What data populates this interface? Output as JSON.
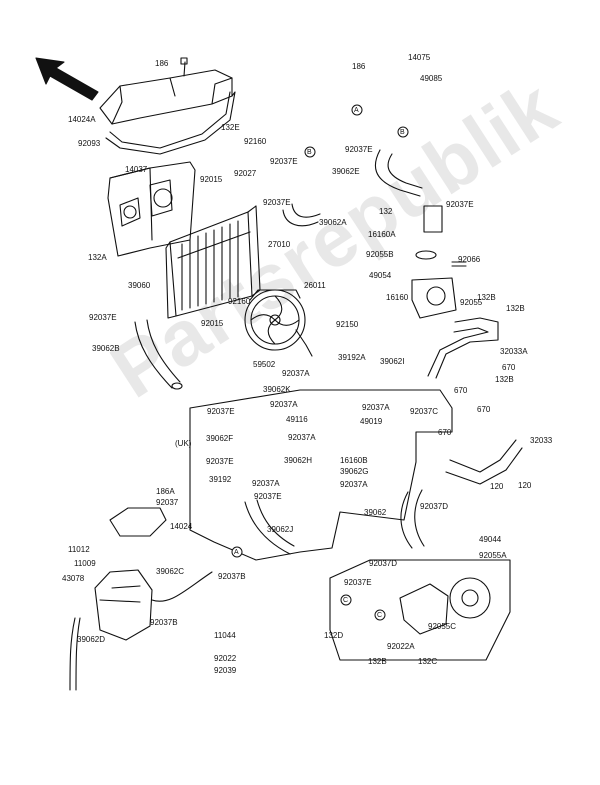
{
  "diagram": {
    "watermark": "Partsrepublik",
    "colors": {
      "line": "#111111",
      "background": "#ffffff",
      "watermark": "#e8e8e8"
    },
    "parts": [
      {
        "id": "p186a",
        "text": "186"
      },
      {
        "id": "p14024a",
        "text": "14024A"
      },
      {
        "id": "p92093",
        "text": "92093"
      },
      {
        "id": "p132e",
        "text": "132E"
      },
      {
        "id": "p92160a",
        "text": "92160"
      },
      {
        "id": "p92037e_top",
        "text": "92037E"
      },
      {
        "id": "p92027",
        "text": "92027"
      },
      {
        "id": "p14037",
        "text": "14037"
      },
      {
        "id": "p92015a",
        "text": "92015"
      },
      {
        "id": "p92037e_mid",
        "text": "92037E"
      },
      {
        "id": "p39062a",
        "text": "39062A"
      },
      {
        "id": "p27010",
        "text": "27010"
      },
      {
        "id": "p132a",
        "text": "132A"
      },
      {
        "id": "p39060",
        "text": "39060"
      },
      {
        "id": "p26011",
        "text": "26011"
      },
      {
        "id": "p92160b",
        "text": "92160"
      },
      {
        "id": "p92037e_left",
        "text": "92037E"
      },
      {
        "id": "p92015b",
        "text": "92015"
      },
      {
        "id": "p92150",
        "text": "92150"
      },
      {
        "id": "p39062b",
        "text": "39062B"
      },
      {
        "id": "p59502",
        "text": "59502"
      },
      {
        "id": "p186b",
        "text": "186"
      },
      {
        "id": "p14075",
        "text": "14075"
      },
      {
        "id": "p49085",
        "text": "49085"
      },
      {
        "id": "p92037e_r1",
        "text": "92037E"
      },
      {
        "id": "p39062e",
        "text": "39062E"
      },
      {
        "id": "p92037e_r2",
        "text": "92037E"
      },
      {
        "id": "p132r",
        "text": "132"
      },
      {
        "id": "p16160a",
        "text": "16160A"
      },
      {
        "id": "p92055b",
        "text": "92055B"
      },
      {
        "id": "p92066",
        "text": "92066"
      },
      {
        "id": "p49054",
        "text": "49054"
      },
      {
        "id": "p16160",
        "text": "16160"
      },
      {
        "id": "p92055",
        "text": "92055"
      },
      {
        "id": "p132b_a",
        "text": "132B"
      },
      {
        "id": "p132b_b",
        "text": "132B"
      },
      {
        "id": "p32033a",
        "text": "32033A"
      },
      {
        "id": "p670a",
        "text": "670"
      },
      {
        "id": "p132b_c",
        "text": "132B"
      },
      {
        "id": "p670b",
        "text": "670"
      },
      {
        "id": "p670c",
        "text": "670"
      },
      {
        "id": "p670d",
        "text": "670"
      },
      {
        "id": "p32033",
        "text": "32033"
      },
      {
        "id": "p120a",
        "text": "120"
      },
      {
        "id": "p120b",
        "text": "120"
      },
      {
        "id": "p39192a",
        "text": "39192A"
      },
      {
        "id": "p39062i",
        "text": "39062I"
      },
      {
        "id": "p92037a_1",
        "text": "92037A"
      },
      {
        "id": "p39062k",
        "text": "39062K"
      },
      {
        "id": "p92037e_c1",
        "text": "92037E"
      },
      {
        "id": "p92037a_2",
        "text": "92037A"
      },
      {
        "id": "p49116",
        "text": "49116"
      },
      {
        "id": "p92037a_3",
        "text": "92037A"
      },
      {
        "id": "p92037c",
        "text": "92037C"
      },
      {
        "id": "p49019",
        "text": "49019"
      },
      {
        "id": "puk",
        "text": "(UK)"
      },
      {
        "id": "p39062f",
        "text": "39062F"
      },
      {
        "id": "p92037a_4",
        "text": "92037A"
      },
      {
        "id": "p39062h",
        "text": "39062H"
      },
      {
        "id": "p92037e_c2",
        "text": "92037E"
      },
      {
        "id": "p16160b",
        "text": "16160B"
      },
      {
        "id": "p39062g",
        "text": "39062G"
      },
      {
        "id": "p39192",
        "text": "39192"
      },
      {
        "id": "p92037a_5",
        "text": "92037A"
      },
      {
        "id": "p92037a_6",
        "text": "92037A"
      },
      {
        "id": "p92037e_c3",
        "text": "92037E"
      },
      {
        "id": "p186a_l",
        "text": "186A"
      },
      {
        "id": "p92037_l",
        "text": "92037"
      },
      {
        "id": "p14024",
        "text": "14024"
      },
      {
        "id": "p39062j",
        "text": "39062J"
      },
      {
        "id": "p11012",
        "text": "11012"
      },
      {
        "id": "p11009",
        "text": "11009"
      },
      {
        "id": "p43078",
        "text": "43078"
      },
      {
        "id": "p39062c",
        "text": "39062C"
      },
      {
        "id": "p92037b_a",
        "text": "92037B"
      },
      {
        "id": "p92037b_b",
        "text": "92037B"
      },
      {
        "id": "p39062d",
        "text": "39062D"
      },
      {
        "id": "p11044",
        "text": "11044"
      },
      {
        "id": "p92022",
        "text": "92022"
      },
      {
        "id": "p92039",
        "text": "92039"
      },
      {
        "id": "p39062",
        "text": "39062"
      },
      {
        "id": "p92037d_a",
        "text": "92037D"
      },
      {
        "id": "p92037d_b",
        "text": "92037D"
      },
      {
        "id": "p49044",
        "text": "49044"
      },
      {
        "id": "p92055a",
        "text": "92055A"
      },
      {
        "id": "p92037e_b",
        "text": "92037E"
      },
      {
        "id": "p92055c",
        "text": "92055C"
      },
      {
        "id": "p132d",
        "text": "132D"
      },
      {
        "id": "p92022a",
        "text": "92022A"
      },
      {
        "id": "p132b_d",
        "text": "132B"
      },
      {
        "id": "p132c",
        "text": "132C"
      }
    ],
    "callouts": [
      {
        "id": "ca",
        "text": "A"
      },
      {
        "id": "cb",
        "text": "B"
      },
      {
        "id": "cb2",
        "text": "B"
      },
      {
        "id": "ca2",
        "text": "A"
      },
      {
        "id": "cc",
        "text": "C"
      },
      {
        "id": "cc2",
        "text": "C"
      }
    ]
  }
}
